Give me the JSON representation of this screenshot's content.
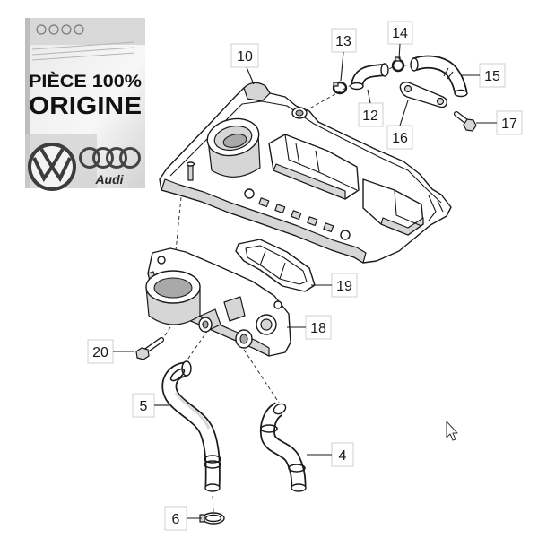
{
  "badge": {
    "headline": "PIÈCE 100%",
    "subheadline": "ORIGINE",
    "brand_text": "Audi"
  },
  "callouts": {
    "c10": "10",
    "c13": "13",
    "c14": "14",
    "c15": "15",
    "c12": "12",
    "c16": "16",
    "c17": "17",
    "c19": "19",
    "c18": "18",
    "c20": "20",
    "c5": "5",
    "c4": "4",
    "c6": "6"
  },
  "icons": [
    "vw-logo-icon",
    "audi-rings-icon",
    "mouse-cursor-icon"
  ],
  "colors": {
    "background": "#ffffff",
    "line": "#1a1a1a",
    "shade": "#d6d6d6",
    "badge_text": "#111111"
  }
}
